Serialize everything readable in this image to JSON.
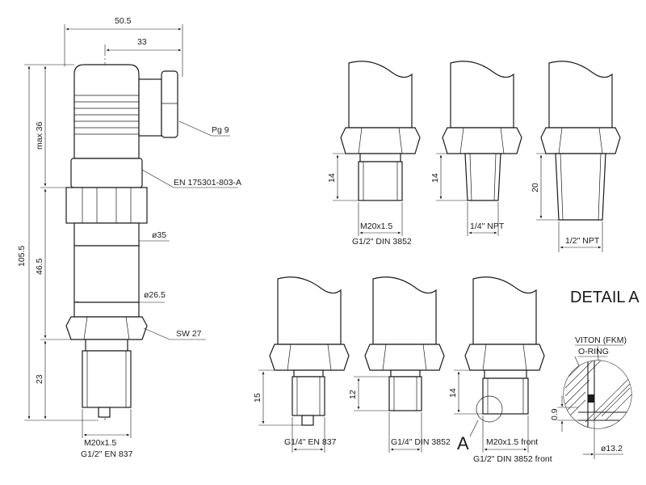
{
  "main_view": {
    "dim_width_overall": "50.5",
    "dim_width_center": "33",
    "dim_total_height": "105.5",
    "dim_head_height": "max 36",
    "dim_body_height": "46.5",
    "dim_thread_height": "23",
    "label_cable_gland": "Pg 9",
    "label_connector": "EN 175301-803-A",
    "label_dia_body": "ø35",
    "label_dia_neck": "ø26.5",
    "label_wrench": "SW 27",
    "thread_line1": "M20x1.5",
    "thread_line2": "G1/2\" EN 837"
  },
  "variants_top": [
    {
      "height": "14",
      "label_line1": "M20x1.5",
      "label_line2": "G1/2\" DIN 3852"
    },
    {
      "height": "14",
      "label_line1": "1/4\" NPT",
      "label_line2": ""
    },
    {
      "height": "20",
      "label_line1": "1/2\" NPT",
      "label_line2": ""
    }
  ],
  "variants_bottom": [
    {
      "height": "15",
      "label_line1": "G1/4\" EN 837",
      "label_line2": ""
    },
    {
      "height": "12",
      "label_line1": "G1/4\" DIN 3852",
      "label_line2": ""
    },
    {
      "height": "14",
      "label_line1": "M20x1.5 front",
      "label_line2": "G1/2\" DIN 3852  front",
      "detail_marker": "A"
    }
  ],
  "detail": {
    "title": "DETAIL A",
    "label_material": "VITON (FKM)",
    "label_seal": "O-RING",
    "dim_gap": "0.9",
    "dim_dia": "ø13.2"
  }
}
